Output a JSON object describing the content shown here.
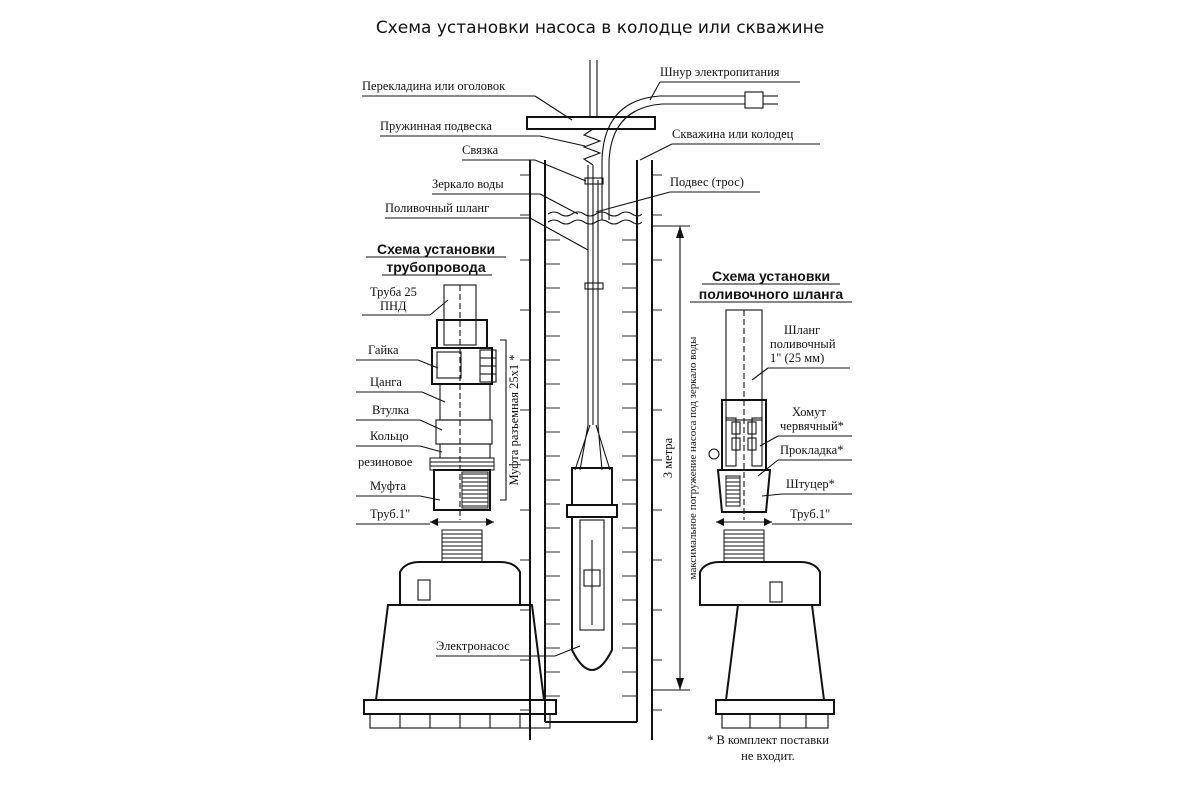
{
  "title": "Схема установки насоса в колодце или скважине",
  "labels": {
    "crossbar": "Перекладина или оголовок",
    "power_cord": "Шнур электропитания",
    "spring_suspension": "Пружинная подвеска",
    "well": "Скважина или колодец",
    "tie": "Связка",
    "water_surface": "Зеркало воды",
    "cable": "Подвес (трос)",
    "hose": "Поливочный шланг",
    "pump": "Электронасос",
    "depth": "3 метра",
    "depth_caption": "максимальное погружение насоса под зеркало воды"
  },
  "pipeline_scheme": {
    "header_line1": "Схема установки",
    "header_line2": "трубопровода",
    "pipe_line1": "Труба 25",
    "pipe_line2": "ПНД",
    "nut": "Гайка",
    "collet": "Цанга",
    "sleeve": "Втулка",
    "ring_line1": "Кольцо",
    "ring_line2": "резиновое",
    "coupling": "Муфта",
    "pipe1": "Труб.1\"",
    "coupling_note": "Муфта разъемная 25х1 *"
  },
  "hose_scheme": {
    "header_line1": "Схема установки",
    "header_line2": "поливочного шланга",
    "hose_line1": "Шланг",
    "hose_line2": "поливочный",
    "hose_line3": "1\" (25 мм)",
    "clamp_line1": "Хомут",
    "clamp_line2": "червячный*",
    "gasket": "Прокладка*",
    "fitting": "Штуцер*",
    "pipe1": "Труб.1\""
  },
  "footnote_line1": "* В комплект поставки",
  "footnote_line2": "не входит."
}
